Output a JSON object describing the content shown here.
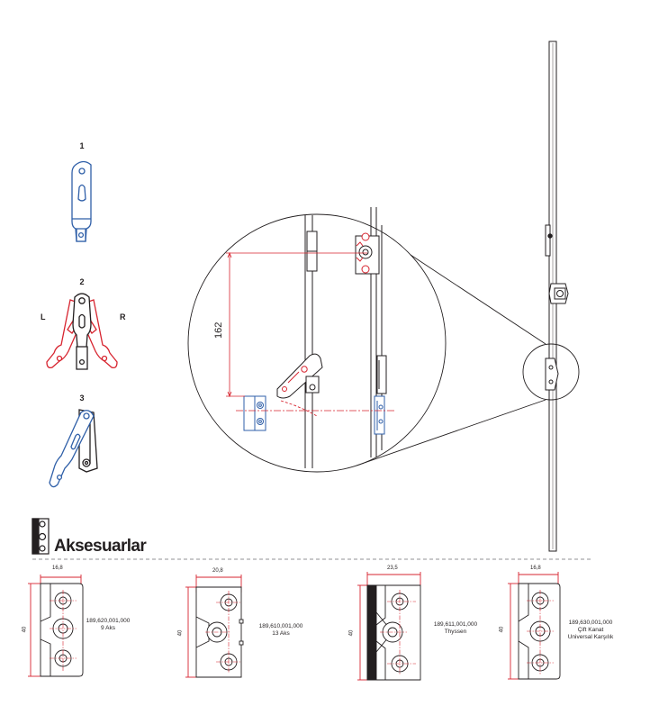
{
  "steps": [
    {
      "number": "1"
    },
    {
      "number": "2",
      "left_label": "L",
      "right_label": "R"
    },
    {
      "number": "3"
    }
  ],
  "detail": {
    "dimension": "162"
  },
  "section": {
    "title": "Aksesuarlar",
    "icon": "accessory-hinge-icon"
  },
  "accessories": [
    {
      "width": "16,8",
      "height": "40",
      "code": "189,620,001,000",
      "desc": "9 Aks"
    },
    {
      "width": "20,8",
      "height": "40",
      "code": "189,610,001,000",
      "desc": "13 Aks"
    },
    {
      "width": "23,5",
      "height": "40",
      "code": "189,611,001,000",
      "desc": "Thyssen"
    },
    {
      "width": "16,8",
      "height": "40",
      "code": "189,630,001,000",
      "desc": "Çift Kanat",
      "desc2": "Universal Karşılık"
    }
  ],
  "colors": {
    "line": "#231f20",
    "red": "#d7242f",
    "blue": "#2f5fa8",
    "dash": "#6d6e71"
  }
}
